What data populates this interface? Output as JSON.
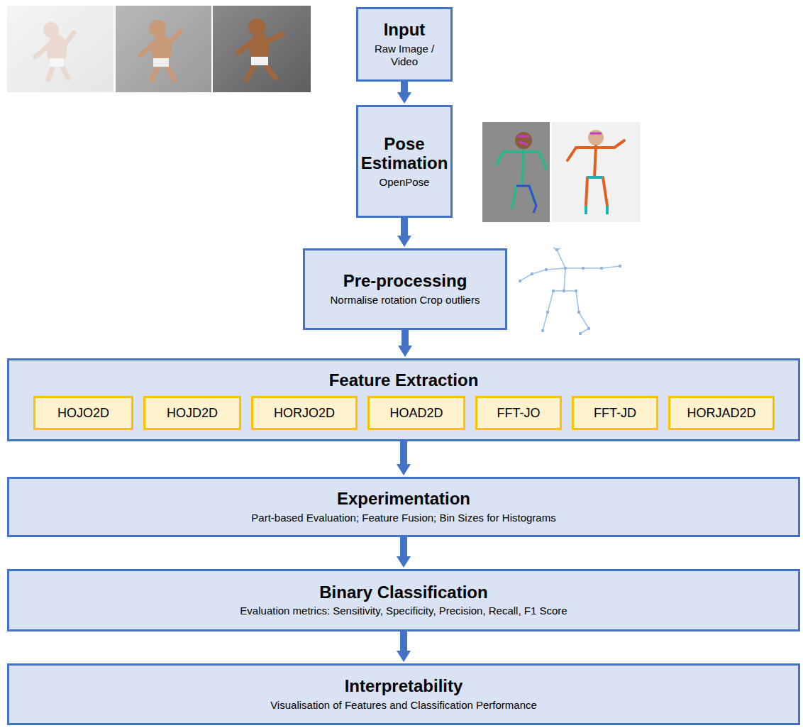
{
  "diagram": {
    "nodes": [
      {
        "text": [
          "Input",
          "Raw Image / Video"
        ]
      },
      {
        "text": [
          "Pose Estimation",
          "OpenPose"
        ]
      },
      {
        "text": [
          "Pre-processing",
          "Normalise rotation Crop outliers"
        ]
      },
      {
        "text": [
          "Feature Extraction"
        ]
      },
      {
        "text": [
          "HOJO2D"
        ],
        "in": 3
      },
      {
        "text": [
          "HOJD2D"
        ],
        "in": 3
      },
      {
        "text": [
          "HORJO2D"
        ],
        "in": 3
      },
      {
        "text": [
          "HOAD2D"
        ],
        "in": 3
      },
      {
        "text": [
          "FFT-JO"
        ],
        "in": 3
      },
      {
        "text": [
          "FFT-JD"
        ],
        "in": 3
      },
      {
        "text": [
          "HORJAD2D"
        ],
        "in": 3
      },
      {
        "text": [
          "Experimentation",
          "Part-based Evaluation; Feature Fusion; Bin Sizes for Histograms"
        ]
      },
      {
        "text": [
          "Binary Classification",
          "Evaluation metrics: Sensitivity, Specificity, Precision, Recall, F1 Score"
        ]
      },
      {
        "text": [
          "Interpretability",
          "Visualisation of Features and Classification Performance"
        ]
      }
    ],
    "edges": [
      {
        "from": 0,
        "to": 1,
        "arrow": "to"
      },
      {
        "from": 1,
        "to": 2,
        "arrow": "to"
      },
      {
        "from": 2,
        "to": 3,
        "arrow": "to"
      },
      {
        "from": 3,
        "to": 11,
        "arrow": "to"
      },
      {
        "from": 11,
        "to": 12,
        "arrow": "to"
      },
      {
        "from": 12,
        "to": 13,
        "arrow": "to"
      }
    ]
  }
}
